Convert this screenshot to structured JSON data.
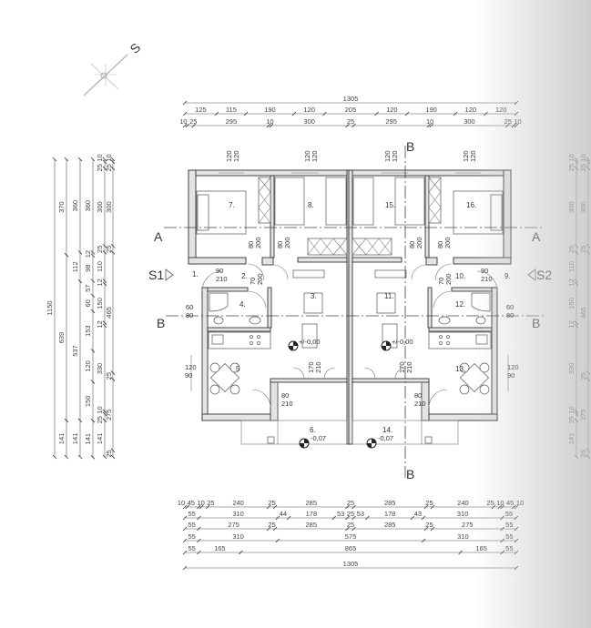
{
  "compass": {
    "label": "S"
  },
  "section_markers": {
    "a_left": "A",
    "a_right": "A",
    "b_left": "B",
    "b_right": "B",
    "b_top": "B",
    "b_bottom": "B",
    "s1": "S1",
    "s2": "S2"
  },
  "rooms": {
    "r1": "1.",
    "r2": "2.",
    "r3": "3.",
    "r4": "4.",
    "r5": "5",
    "r6": "6.",
    "r7": "7.",
    "r8": "8.",
    "r9": "9.",
    "r10": "10.",
    "r11": "11.",
    "r12": "12.",
    "r13": "13.",
    "r14": "14.",
    "r15": "15.",
    "r16": "16."
  },
  "levels": {
    "living_left": "+/-0,00",
    "living_right": "+/-0,00",
    "terrace_left": "-0,07",
    "terrace_right": "-0,07"
  },
  "openings": {
    "top_windows": [
      {
        "w": "120",
        "h": "120"
      },
      {
        "w": "120",
        "h": "120"
      },
      {
        "w": "120",
        "h": "120"
      },
      {
        "w": "120",
        "h": "120"
      }
    ],
    "bedroom_door_7": {
      "w": "80",
      "h": "200"
    },
    "bedroom_door_8": {
      "w": "80",
      "h": "200"
    },
    "bedroom_door_15": {
      "w": "80",
      "h": "200"
    },
    "bedroom_door_16": {
      "w": "80",
      "h": "200"
    },
    "entry_left": {
      "w": "90",
      "h": "210"
    },
    "entry_right": {
      "w": "90",
      "h": "210"
    },
    "hall_door_left": {
      "w": "70",
      "h": "200"
    },
    "hall_door_right": {
      "w": "70",
      "h": "200"
    },
    "bath_window_left": {
      "w": "60",
      "h": "80"
    },
    "bath_window_right": {
      "w": "60",
      "h": "80"
    },
    "kitchen_window_left": {
      "w": "120",
      "h": "90"
    },
    "kitchen_window_right": {
      "w": "120",
      "h": "90"
    },
    "living_door_left": {
      "w": "170",
      "h": "210"
    },
    "living_door_right": {
      "w": "170",
      "h": "210"
    },
    "terrace_door_left": {
      "w": "80",
      "h": "210"
    },
    "terrace_door_right": {
      "w": "80",
      "h": "210"
    }
  },
  "dimensions": {
    "top": [
      [
        1305
      ],
      [
        125,
        115,
        190,
        120,
        205,
        120,
        190,
        120,
        120
      ],
      [
        10,
        25,
        295,
        10,
        300,
        25,
        295,
        10,
        300,
        25,
        10
      ]
    ],
    "bottom": [
      [
        10,
        45,
        10,
        25,
        240,
        25,
        285,
        25,
        285,
        25,
        240,
        25,
        10,
        45,
        10
      ],
      [
        55,
        310,
        44,
        178,
        53,
        25,
        53,
        178,
        43,
        310,
        55
      ],
      [
        55,
        275,
        25,
        285,
        25,
        285,
        25,
        275,
        55
      ],
      [
        55,
        310,
        575,
        310,
        55
      ],
      [
        55,
        165,
        865,
        165,
        55
      ],
      [
        1305
      ]
    ],
    "left": [
      [
        1150
      ],
      [
        370,
        639,
        141
      ],
      [
        360,
        112,
        537,
        141
      ],
      [
        360,
        12,
        98,
        57,
        60,
        153,
        120,
        150,
        141
      ],
      [
        10,
        25,
        300,
        25,
        110,
        12,
        150,
        12,
        330,
        10,
        25,
        141
      ],
      [
        10,
        25,
        300,
        25,
        465,
        25,
        275,
        25
      ]
    ],
    "right": [
      [
        10,
        25,
        300,
        25,
        110,
        12,
        150,
        12,
        330,
        10,
        25,
        141
      ],
      [
        10,
        25,
        300,
        25,
        465,
        25,
        275,
        25
      ]
    ]
  }
}
